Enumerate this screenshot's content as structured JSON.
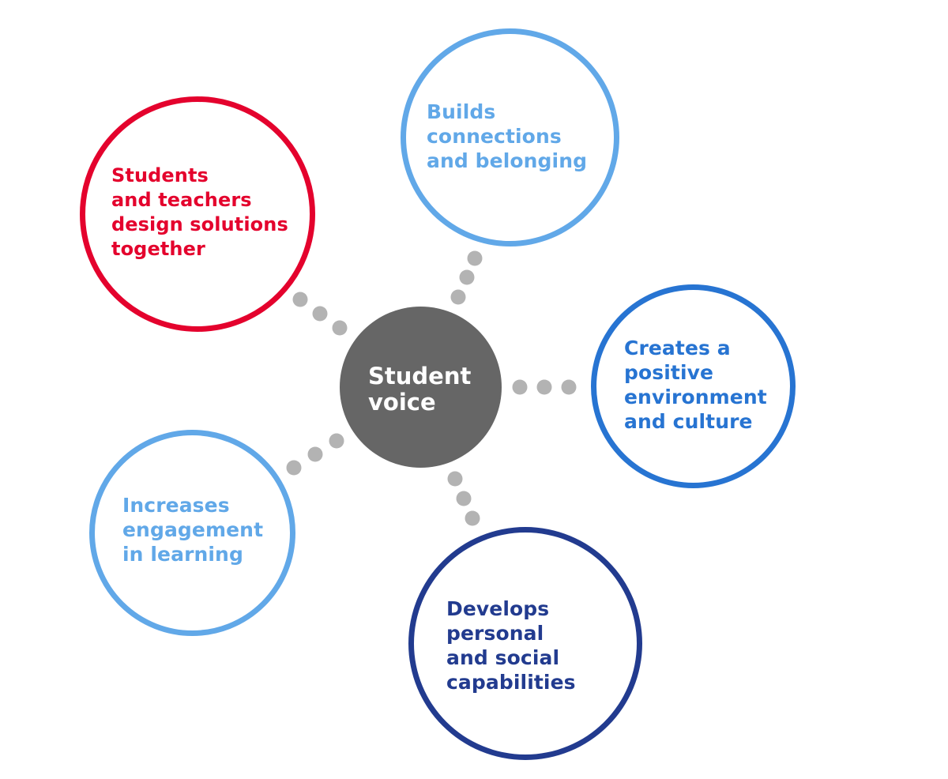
{
  "diagram": {
    "hub": {
      "label": "Student\nvoice",
      "color": "#666666"
    },
    "connector_color": "#b3b3b3",
    "nodes": [
      {
        "id": "design",
        "label": "Students\nand teachers\ndesign solutions\ntogether",
        "color": "#e4022d"
      },
      {
        "id": "connections",
        "label": "Builds\nconnections\nand belonging",
        "color": "#61a8e8"
      },
      {
        "id": "environment",
        "label": "Creates a\npositive\nenvironment\nand culture",
        "color": "#2774d2"
      },
      {
        "id": "engagement",
        "label": "Increases\nengagement\nin learning",
        "color": "#61a8e8"
      },
      {
        "id": "capabilities",
        "label": "Develops\npersonal\nand social\ncapabilities",
        "color": "#223b8f"
      }
    ]
  }
}
